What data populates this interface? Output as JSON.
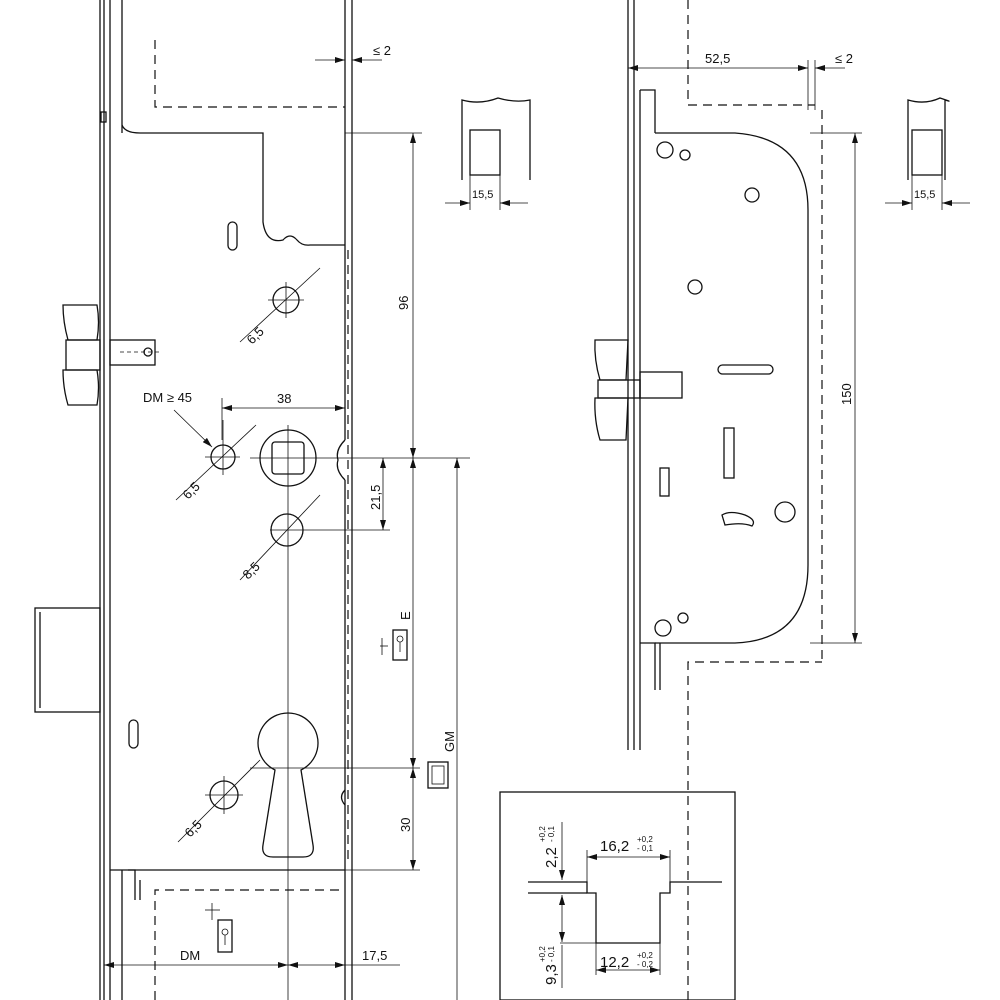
{
  "left_view": {
    "dim_gap": "≤ 2",
    "dim_96": "96",
    "dim_38": "38",
    "dm_min": "DM ≥ 45",
    "hole_top": "6,5",
    "hole_left": "6,5",
    "hole_follower": "8,5",
    "hole_bottom": "6,5",
    "dim_21_5": "21,5",
    "dim_e": "E",
    "dim_gm": "GM",
    "dim_30": "30",
    "dim_dm": "DM",
    "dim_17_5": "17,5",
    "profile_width": "15,5"
  },
  "right_view": {
    "dim_52_5": "52,5",
    "dim_gap": "≤ 2",
    "dim_150": "150",
    "profile_width": "15,5"
  },
  "inset": {
    "top_width": "16,2",
    "top_width_tol_plus": "+0,2",
    "top_width_tol_minus": "- 0,1",
    "bottom_width": "12,2",
    "bottom_width_tol_plus": "+0,2",
    "bottom_width_tol_minus": "- 0,2",
    "step_height": "2,2",
    "step_height_tol_plus": "+0,2",
    "step_height_tol_minus": "- 0,1",
    "depth": "9,3",
    "depth_tol_plus": "+0,2",
    "depth_tol_minus": "- 0,1"
  }
}
